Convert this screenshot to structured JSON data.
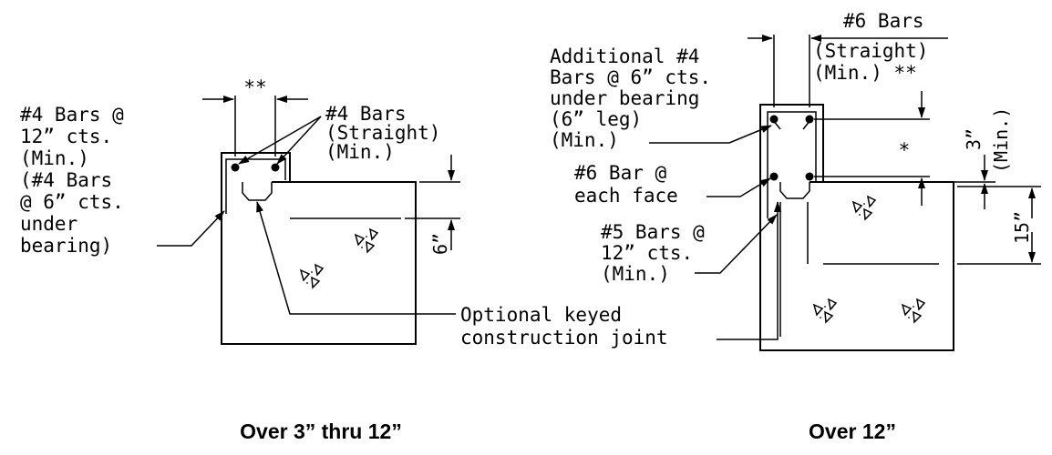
{
  "left": {
    "caption": "Over 3” thru 12”",
    "spacing_mark": "**",
    "straight_bars": [
      "#4 Bars",
      "(Straight)",
      "(Min.)"
    ],
    "stirrup_bars": [
      "#4 Bars @",
      "12” cts.",
      "(Min.)",
      "(#4 Bars",
      "@ 6” cts.",
      "under",
      "bearing)"
    ],
    "dim_6": "6”"
  },
  "shared": {
    "keyed_joint": [
      "Optional keyed",
      "construction joint"
    ]
  },
  "right": {
    "caption": "Over 12”",
    "top_bars": "#6 Bars",
    "top_bars_sub": [
      "(Straight)",
      "(Min.) **"
    ],
    "additional_bars": [
      "Additional #4",
      "Bars @ 6” cts.",
      "under bearing",
      "(6” leg)",
      "(Min.)"
    ],
    "face_bar": [
      "#6 Bar @",
      "each face"
    ],
    "stirrup_bars": [
      "#5 Bars @",
      "12” cts.",
      "(Min.)"
    ],
    "star_mark": "*",
    "dim_3": "3”",
    "dim_3_min": "(Min.)",
    "dim_15": "15”"
  }
}
